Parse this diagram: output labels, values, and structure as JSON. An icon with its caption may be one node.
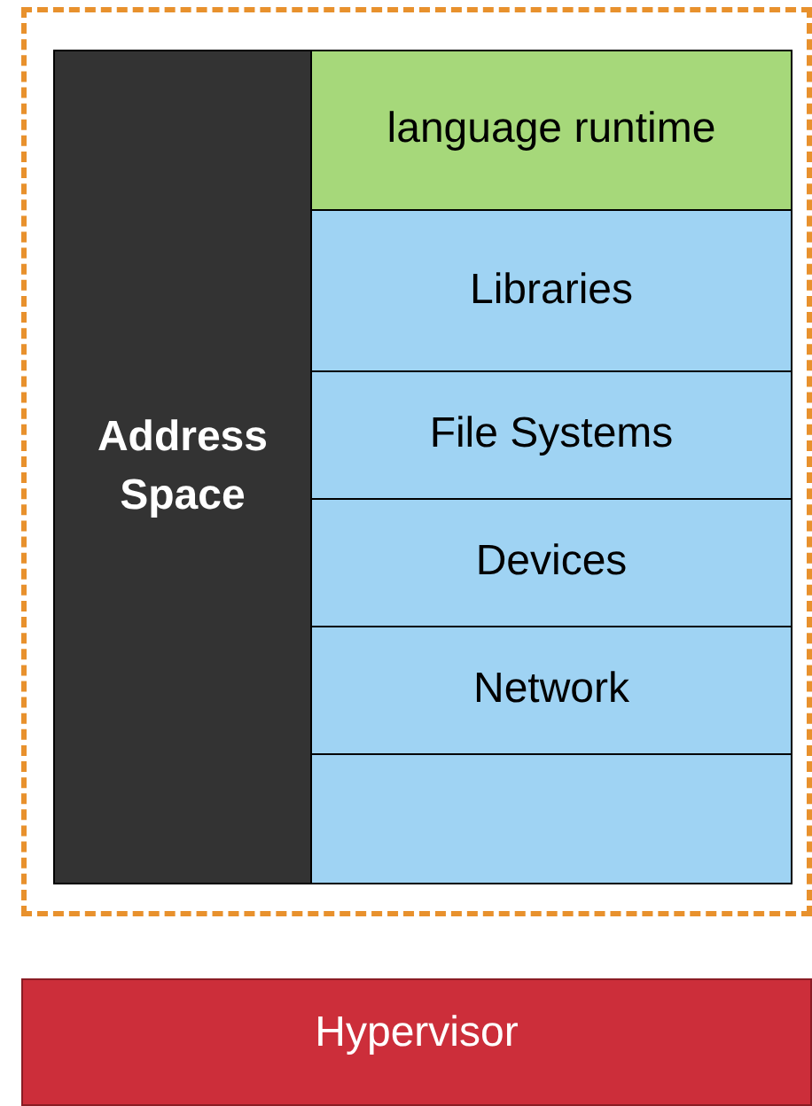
{
  "diagram": {
    "nodes": [
      {
        "text": [],
        "shape": "box"
      },
      {
        "text": [
          "Address Space"
        ],
        "in": 0
      },
      {
        "text": [
          "language runtime"
        ],
        "in": 0
      },
      {
        "text": [
          "Libraries"
        ],
        "in": 0
      },
      {
        "text": [
          "File Systems"
        ],
        "in": 0
      },
      {
        "text": [
          "Devices"
        ],
        "in": 0
      },
      {
        "text": [
          "Network"
        ],
        "in": 0
      },
      {
        "text": [],
        "shape": "box",
        "in": 0
      },
      {
        "text": [
          "Hypervisor"
        ]
      }
    ]
  }
}
